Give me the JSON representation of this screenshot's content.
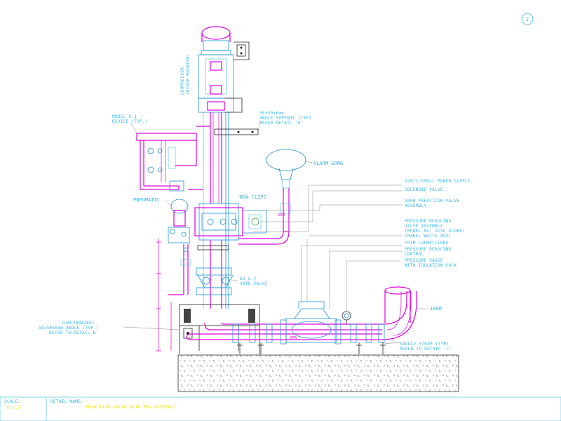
{
  "sheet_number": "2",
  "labels": {
    "model_device": [
      "MODEL R-1",
      "DEVICE (TYP.)"
    ],
    "compressor": [
      "COMPRESSOR",
      "(RISER MOUNTED)"
    ],
    "angle_support": [
      "50x50x6mm",
      "ANGLE SUPPORT (TYP)",
      "REFER DETAIL 'A'"
    ],
    "alarm_gong": "ALARM GONG",
    "power_supply": "220/1/50Hz/ POWER SUPPLY",
    "solenoid_valve": "SOLENOID VALVE",
    "pneumatic": "PNEUMATIC",
    "bsa_clips": "BSA CLIPS",
    "preaction_valve": [
      "100Ø PREACTION VALVE",
      "ASSEMBLY"
    ],
    "prv_assembly": [
      "PRESSURE REDUCING",
      "VALVE ASSEMBLY",
      "(MODEL No. 115F GLOBE)",
      "(MAKE: WATTS ACV)"
    ],
    "trim_connections": "TRIM CONNECTIONS",
    "prv_control": [
      "PRESSURE REDUCING",
      "CONTROL"
    ],
    "pressure_gauge": [
      "PRESSURE GAUGE",
      "WITH ISOLATION COCK"
    ],
    "gate_valve": [
      "OS & Y",
      "GATE VALVE"
    ],
    "pipe_100": "100Ø",
    "galvanized_angle": [
      "(GALVANIZED)",
      "50x50x6mm ANGLE (TYP.)",
      "REFER TO DETAIL B"
    ],
    "saddle_strap": [
      "SADDLE STRAP (TYP)",
      "REFER TO DETAIL 'C'"
    ],
    "prv_tag": "PRV",
    "pipe_tag": "25Ø"
  },
  "title_block": {
    "scale_label": "SCALE:",
    "scale_value": "N.T.S",
    "detail_label": "DETAIL NAME:",
    "detail_value": "PREACTION VALVE WITH PRV ASSEMBLY"
  },
  "colors": {
    "pipe": "#e000e0",
    "equipment": "#1a90d8",
    "text": "#33b7e8",
    "title": "#f2e600",
    "concrete": "#555555"
  }
}
